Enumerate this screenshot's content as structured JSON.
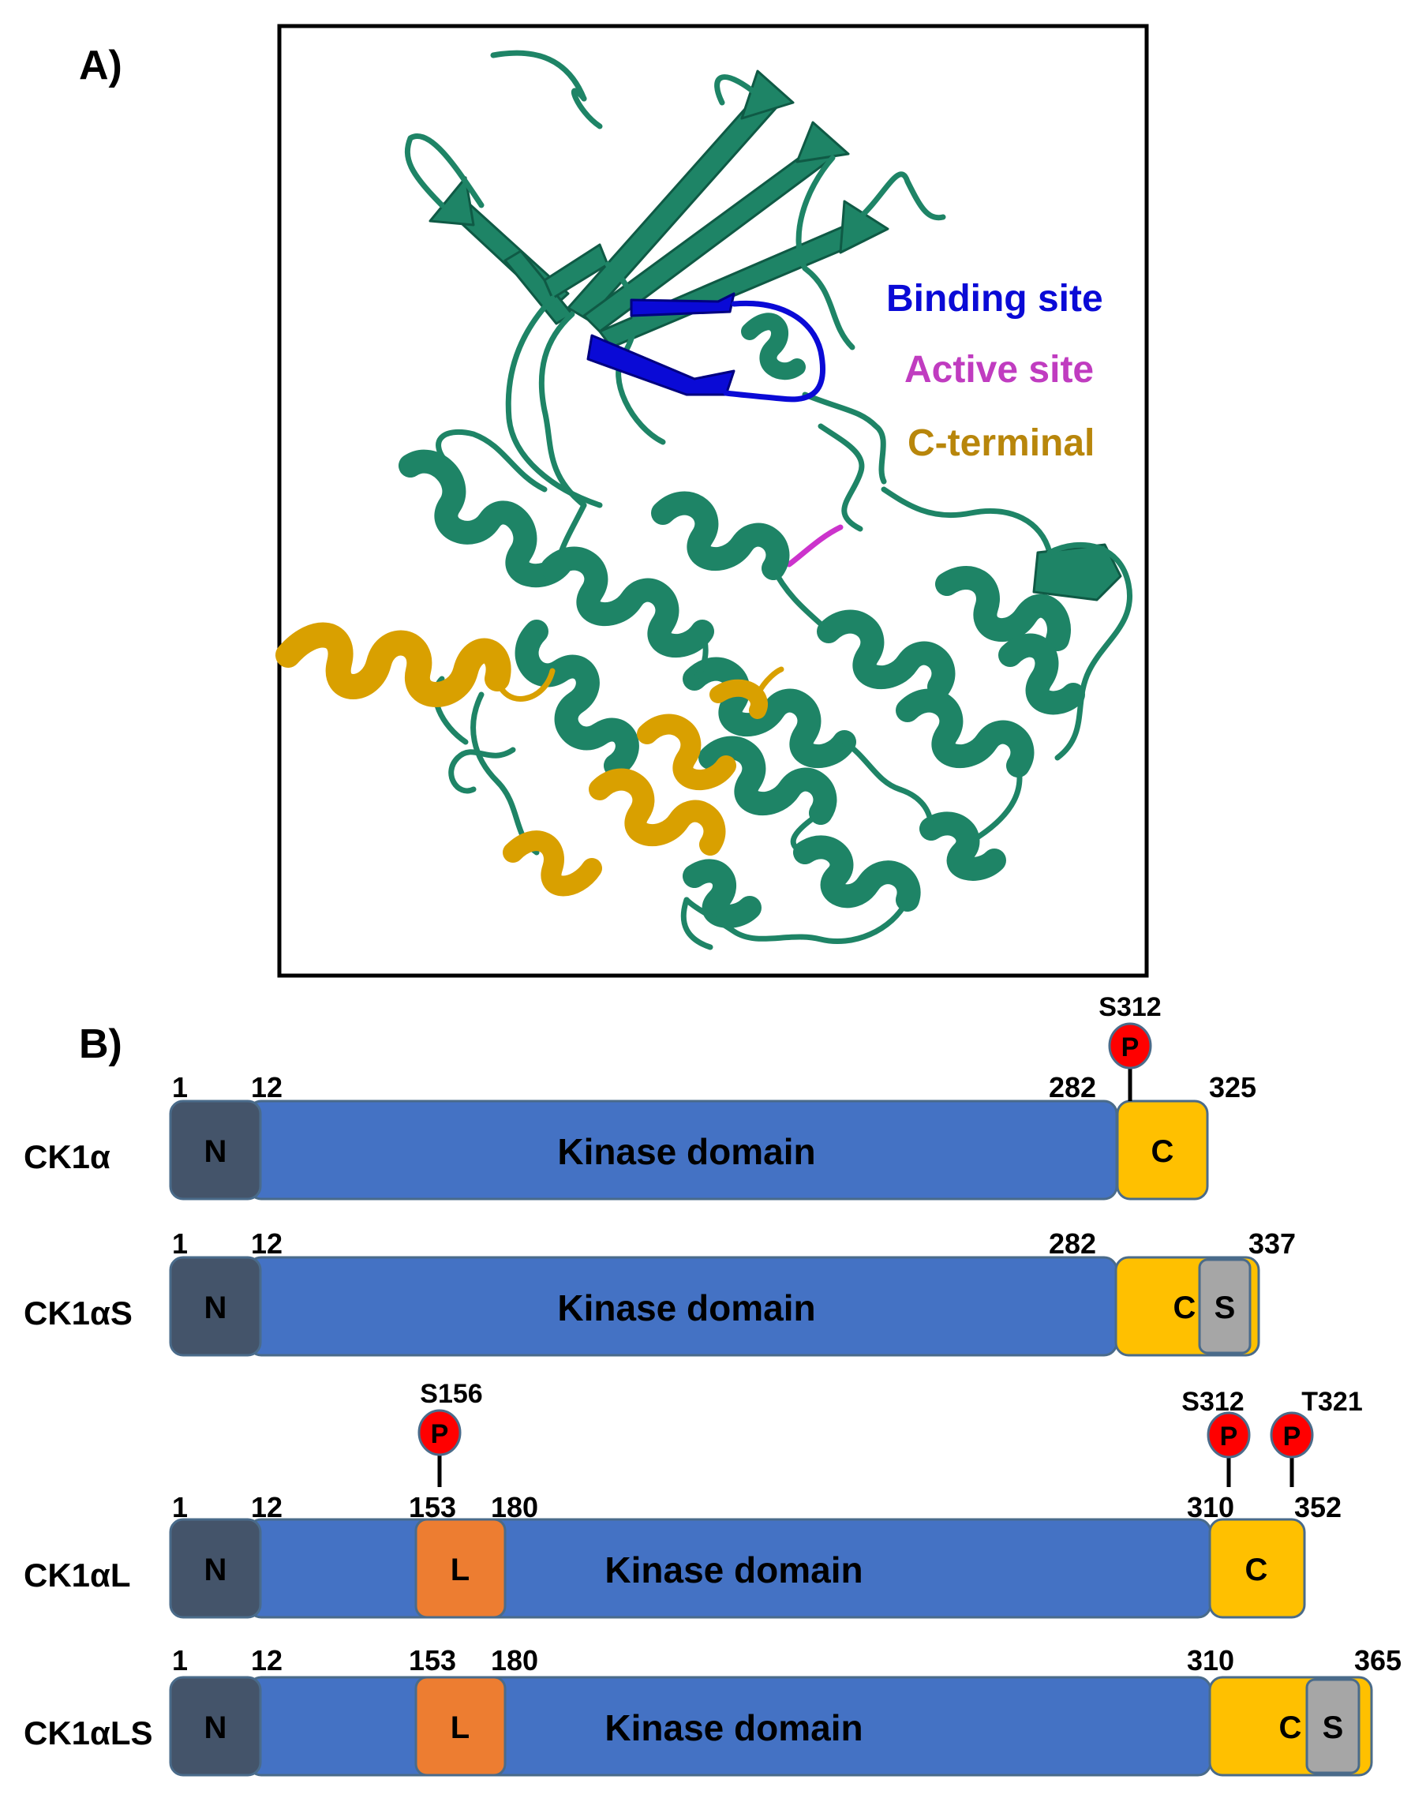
{
  "panel_a": {
    "label": "A)",
    "legend": [
      {
        "text": "Binding site",
        "color": "#0a0ad6"
      },
      {
        "text": "Active site",
        "color": "#c03cc0"
      },
      {
        "text": "C-terminal",
        "color": "#b8860b"
      }
    ],
    "colors": {
      "protein": "#1e8466",
      "binding": "#0a0ad6",
      "active": "#cc33cc",
      "cterm": "#d9a000"
    }
  },
  "panel_b": {
    "label": "B)",
    "colors": {
      "N": "#44546a",
      "kinase": "#4472c4",
      "C": "#ffc000",
      "S": "#a6a6a6",
      "L": "#ed7d31",
      "P": "#ff0000",
      "outline": "#4a6b8a"
    },
    "isoforms": [
      {
        "name": "CK1α",
        "n_label": "N",
        "kinase_label": "Kinase domain",
        "c_label": "C",
        "positions": [
          "1",
          "12",
          "282",
          "325"
        ],
        "phospho": [
          {
            "site": "S312",
            "p": "P"
          }
        ]
      },
      {
        "name": "CK1αS",
        "n_label": "N",
        "kinase_label": "Kinase domain",
        "c_label": "C",
        "s_label": "S",
        "positions": [
          "1",
          "12",
          "282",
          "337"
        ]
      },
      {
        "name": "CK1αL",
        "n_label": "N",
        "kinase_label": "Kinase domain",
        "l_label": "L",
        "c_label": "C",
        "positions": [
          "1",
          "12",
          "153",
          "180",
          "310",
          "352"
        ],
        "phospho": [
          {
            "site": "S156",
            "p": "P"
          },
          {
            "site": "S312",
            "p": "P"
          },
          {
            "site": "T321",
            "p": "P"
          }
        ]
      },
      {
        "name": "CK1αLS",
        "n_label": "N",
        "kinase_label": "Kinase domain",
        "l_label": "L",
        "c_label": "C",
        "s_label": "S",
        "positions": [
          "1",
          "12",
          "153",
          "180",
          "310",
          "365"
        ]
      }
    ]
  }
}
